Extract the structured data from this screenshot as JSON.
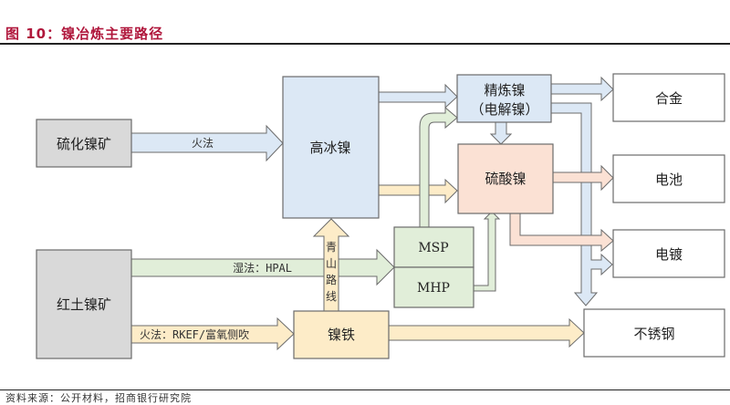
{
  "figure": {
    "title": "图 10：镍冶炼主要路径",
    "source": "资料来源：公开材料，招商银行研究院"
  },
  "colors": {
    "title_red": "#b0173c",
    "gray_fill": "#d9d9d9",
    "blue_fill": "#dce8f5",
    "green_fill": "#e1eed9",
    "yellow_fill": "#fdecc8",
    "salmon_fill": "#fbe1d4",
    "white_fill": "#ffffff"
  },
  "nodes": {
    "sulfide_ore": "硫化镍矿",
    "laterite_ore": "红土镍矿",
    "nickel_matte": "高冰镍",
    "refined_nickel_1": "精炼镍",
    "refined_nickel_2": "（电解镍）",
    "nickel_sulfate": "硫酸镍",
    "msp": "MSP",
    "mhp": "MHP",
    "nickel_iron": "镍铁",
    "alloy": "合金",
    "battery": "电池",
    "plating": "电镀",
    "stainless": "不锈钢"
  },
  "edges": {
    "pyro_sulfide": "火法",
    "hydro_hpal": "湿法：HPAL",
    "pyro_rkef": "火法：RKEF/富氧侧吹",
    "tsingshan": [
      "青",
      "山",
      "路",
      "线"
    ]
  }
}
